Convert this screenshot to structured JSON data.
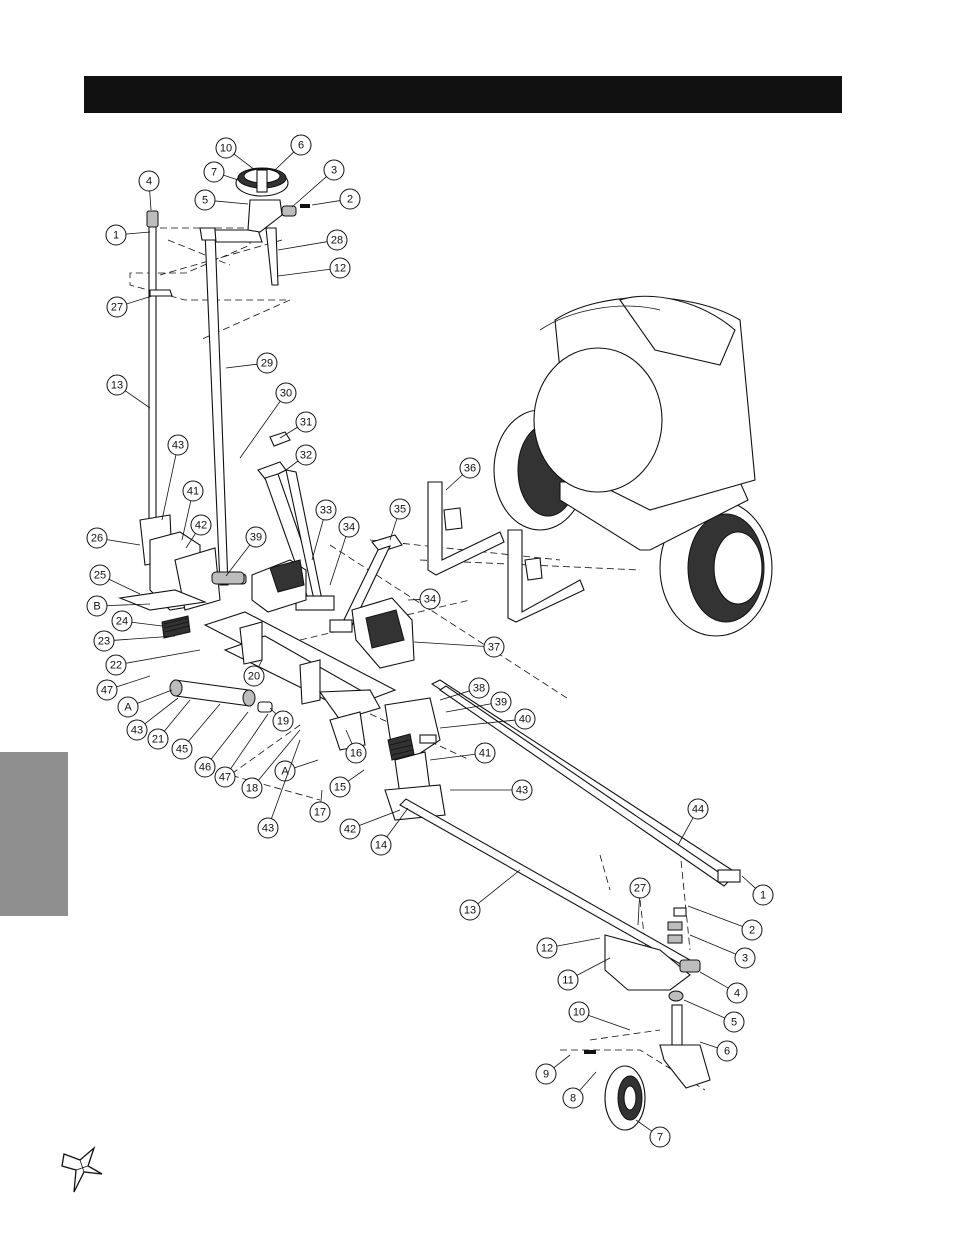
{
  "header": {
    "title": ""
  },
  "side_tab": {
    "label": ""
  },
  "logo": {
    "name": "star-logo"
  },
  "callouts": [
    {
      "label": "10"
    },
    {
      "label": "6"
    },
    {
      "label": "7"
    },
    {
      "label": "3"
    },
    {
      "label": "5"
    },
    {
      "label": "2"
    },
    {
      "label": "4"
    },
    {
      "label": "1"
    },
    {
      "label": "28"
    },
    {
      "label": "12"
    },
    {
      "label": "27"
    },
    {
      "label": "29"
    },
    {
      "label": "13"
    },
    {
      "label": "30"
    },
    {
      "label": "31"
    },
    {
      "label": "32"
    },
    {
      "label": "43"
    },
    {
      "label": "41"
    },
    {
      "label": "33"
    },
    {
      "label": "34"
    },
    {
      "label": "35"
    },
    {
      "label": "36"
    },
    {
      "label": "26"
    },
    {
      "label": "42"
    },
    {
      "label": "39"
    },
    {
      "label": "25"
    },
    {
      "label": "B"
    },
    {
      "label": "24"
    },
    {
      "label": "34"
    },
    {
      "label": "23"
    },
    {
      "label": "37"
    },
    {
      "label": "22"
    },
    {
      "label": "20"
    },
    {
      "label": "47"
    },
    {
      "label": "38"
    },
    {
      "label": "A"
    },
    {
      "label": "39"
    },
    {
      "label": "43"
    },
    {
      "label": "21"
    },
    {
      "label": "19"
    },
    {
      "label": "40"
    },
    {
      "label": "45"
    },
    {
      "label": "46"
    },
    {
      "label": "47"
    },
    {
      "label": "18"
    },
    {
      "label": "A"
    },
    {
      "label": "16"
    },
    {
      "label": "41"
    },
    {
      "label": "15"
    },
    {
      "label": "43"
    },
    {
      "label": "17"
    },
    {
      "label": "43"
    },
    {
      "label": "42"
    },
    {
      "label": "14"
    },
    {
      "label": "44"
    },
    {
      "label": "1"
    },
    {
      "label": "27"
    },
    {
      "label": "13"
    },
    {
      "label": "2"
    },
    {
      "label": "12"
    },
    {
      "label": "3"
    },
    {
      "label": "11"
    },
    {
      "label": "4"
    },
    {
      "label": "10"
    },
    {
      "label": "5"
    },
    {
      "label": "6"
    },
    {
      "label": "9"
    },
    {
      "label": "8"
    },
    {
      "label": "7"
    }
  ]
}
